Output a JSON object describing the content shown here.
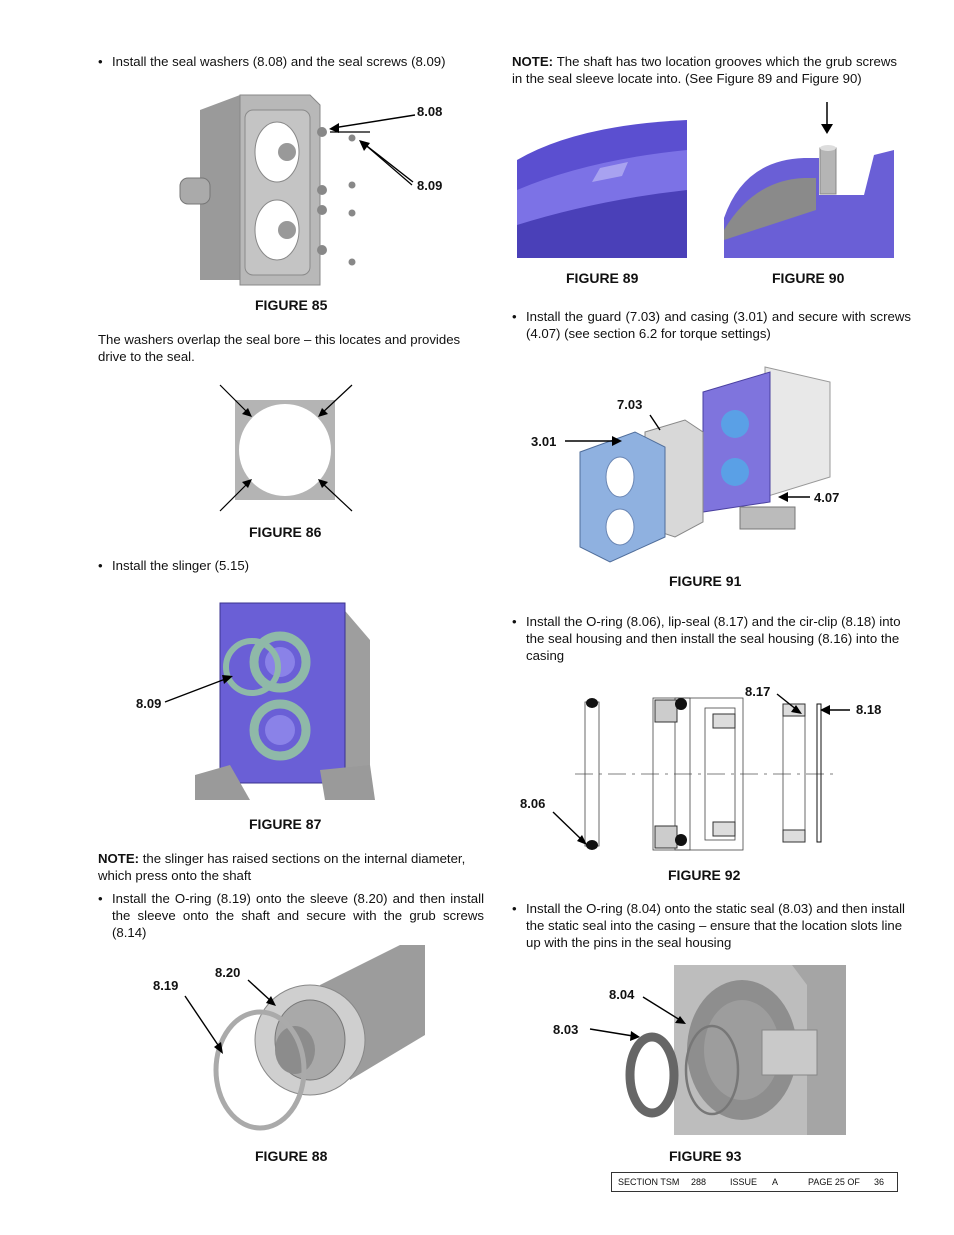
{
  "left": {
    "bullet1": "Install the seal washers (8.08) and the seal screws (8.09)",
    "fig85": {
      "caption": "FIGURE 85",
      "label_a": "8.08",
      "label_b": "8.09"
    },
    "para1": "The washers overlap the seal bore – this locates and provides drive to the seal.",
    "fig86": {
      "caption": "FIGURE 86"
    },
    "bullet2": "Install the slinger (5.15)",
    "fig87": {
      "caption": "FIGURE 87",
      "label": "8.09"
    },
    "note2": {
      "lead": "NOTE:",
      "text": " the slinger has raised sections on the internal diameter, which press onto the shaft"
    },
    "bullet3": "Install the O-ring (8.19) onto the sleeve (8.20) and then install the sleeve onto the shaft and secure with the grub screws (8.14)",
    "fig88": {
      "caption": "FIGURE 88",
      "label_a": "8.20",
      "label_b": "8.19"
    }
  },
  "right": {
    "note1": {
      "lead": "NOTE:",
      "text": " The shaft has two location grooves which the grub screws in the seal sleeve locate into. (See Figure 89 and Figure 90)"
    },
    "fig89": {
      "caption": "FIGURE 89"
    },
    "fig90": {
      "caption": "FIGURE 90"
    },
    "bullet4": "Install the guard (7.03) and casing (3.01) and secure with screws (4.07) (see section 6.2 for torque settings)",
    "fig91": {
      "caption": "FIGURE 91",
      "label_a": "7.03",
      "label_b": "3.01",
      "label_c": "4.07"
    },
    "bullet5": "Install the O-ring (8.06), lip-seal (8.17) and the cir-clip (8.18) into the seal housing and then install the seal housing (8.16) into the casing",
    "fig92": {
      "caption": "FIGURE 92",
      "label_a": "8.17",
      "label_b": "8.18",
      "label_c": "8.06"
    },
    "bullet6": "Install the O-ring (8.04) onto the static seal (8.03) and then install the static seal into the casing – ensure that the location slots line up with the pins in the seal housing",
    "fig93": {
      "caption": "FIGURE 93",
      "label_a": "8.04",
      "label_b": "8.03"
    }
  },
  "footer": {
    "section": "SECTION TSM",
    "number": "288",
    "issue_label": "ISSUE",
    "issue": "A",
    "page": "PAGE 25  OF",
    "of": "36"
  },
  "colors": {
    "purple": "#6a5fd6",
    "grey_metal": "#a8a8a8",
    "teal": "#8fb9a8",
    "steel_blue": "#7fa6d9"
  }
}
